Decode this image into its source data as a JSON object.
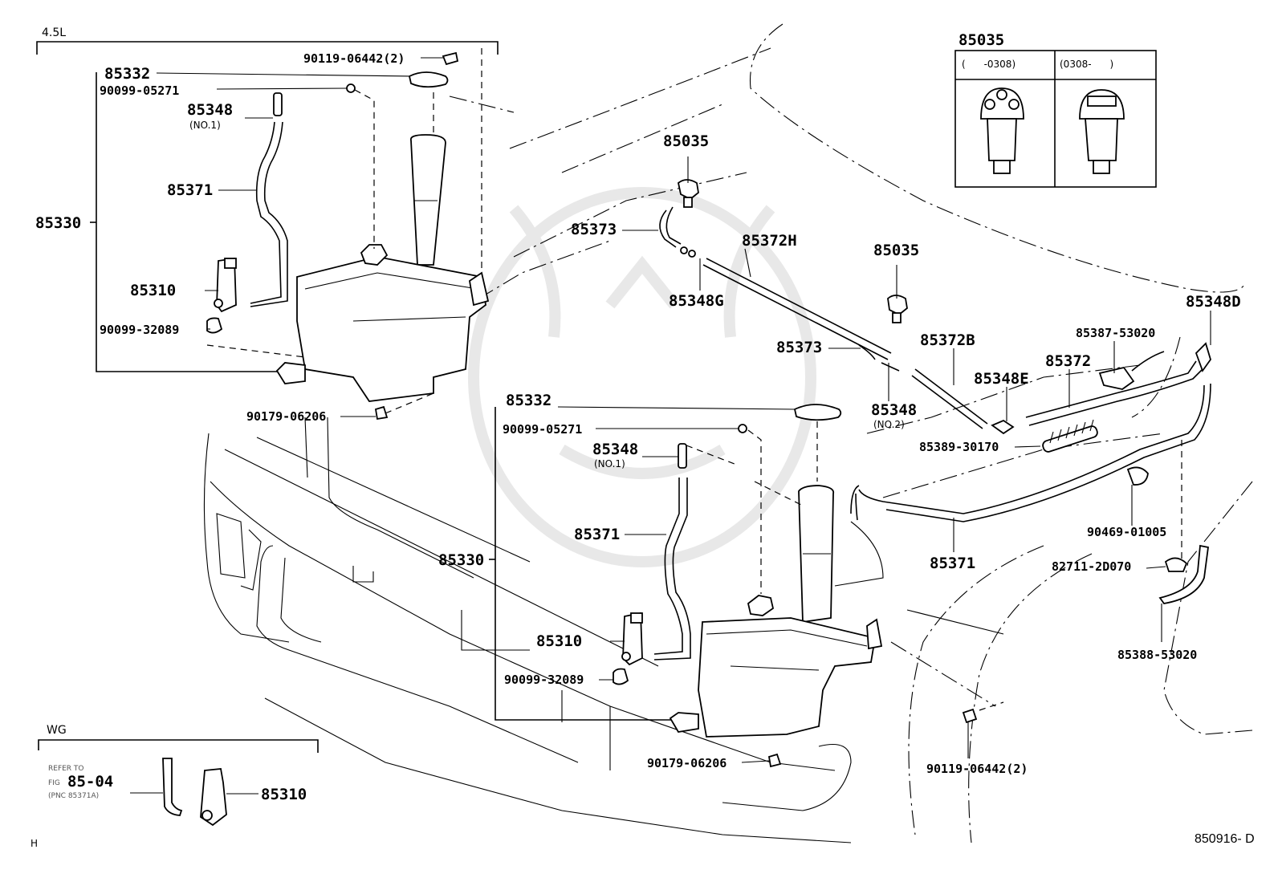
{
  "diagram": {
    "title": "Windshield Washer Jar & Hose Parts Diagram",
    "figure_code": "850916- D",
    "corner_mark": "H"
  },
  "groups": {
    "engine_4_5l": {
      "header": "4.5L"
    },
    "wg": {
      "header": "WG",
      "refer_line1": "REFER TO",
      "refer_fig_prefix": "FIG",
      "refer_fig": "85-04",
      "refer_line3": "(PNC 85371A)"
    }
  },
  "inset_85035": {
    "title": "85035",
    "columns": [
      {
        "range": "(      -0308)",
        "variant": "three-hole nozzle"
      },
      {
        "range": "(0308-      )",
        "variant": "slot nozzle"
      }
    ]
  },
  "labels": {
    "a_90119": "90119-06442(2)",
    "a_85332": "85332",
    "a_90099_05271": "90099-05271",
    "a_85348": "85348",
    "a_85348_no1": "(NO.1)",
    "a_85371": "85371",
    "a_85330": "85330",
    "a_85310": "85310",
    "a_90099_32089": "90099-32089",
    "a_90179": "90179-06206",
    "b_85035_1": "85035",
    "b_85373_1": "85373",
    "b_85372H": "85372H",
    "b_85348G": "85348G",
    "b_85035_2": "85035",
    "b_85373_2": "85373",
    "b_85372B": "85372B",
    "b_85348": "85348",
    "b_85348_no2": "(NO.2)",
    "b_85348E": "85348E",
    "b_85372": "85372",
    "b_85387": "85387-53020",
    "b_85348D": "85348D",
    "b_85389": "85389-30170",
    "b_90469": "90469-01005",
    "b_85371": "85371",
    "b_82711": "82711-2D070",
    "b_85388": "85388-53020",
    "c_85332": "85332",
    "c_90099_05271": "90099-05271",
    "c_85348": "85348",
    "c_85348_no1": "(NO.1)",
    "c_85371": "85371",
    "c_85330": "85330",
    "c_85310": "85310",
    "c_90099_32089": "90099-32089",
    "c_90179": "90179-06206",
    "c_90119": "90119-06442(2)",
    "wg_85310": "85310"
  }
}
